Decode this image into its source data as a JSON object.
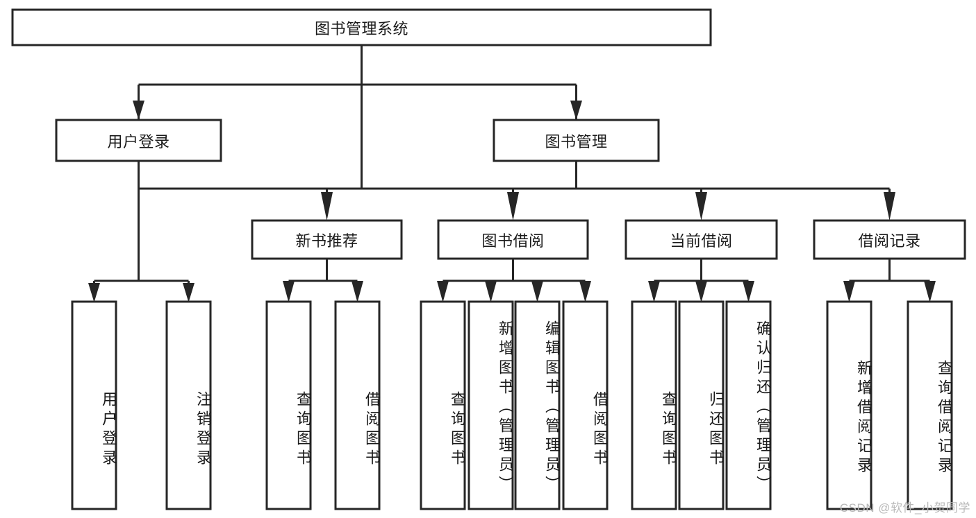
{
  "diagram": {
    "title": "图书管理系统",
    "watermark": "CSDN @软件_小贺同学",
    "colors": {
      "stroke": "#262626",
      "fill": "#ffffff",
      "text": "#1a1a1a",
      "watermark": "#b9b9b9"
    },
    "levels": {
      "root": {
        "label": "图书管理系统"
      },
      "level2": [
        {
          "label": "用户登录"
        },
        {
          "label": "图书管理"
        }
      ],
      "level3": [
        {
          "label": "新书推荐"
        },
        {
          "label": "图书借阅"
        },
        {
          "label": "当前借阅"
        },
        {
          "label": "借阅记录"
        }
      ],
      "leaves": [
        {
          "label": "用户登录"
        },
        {
          "label": "注销登录"
        },
        {
          "label": "查询图书"
        },
        {
          "label": "借阅图书"
        },
        {
          "label": "查询图书"
        },
        {
          "label": "新增图书（管理员）"
        },
        {
          "label": "编辑图书（管理员）"
        },
        {
          "label": "借阅图书"
        },
        {
          "label": "查询图书"
        },
        {
          "label": "归还图书"
        },
        {
          "label": "确认归还（管理员）"
        },
        {
          "label": "新增借阅记录"
        },
        {
          "label": "查询借阅记录"
        }
      ]
    },
    "tree": {
      "name": "图书管理系统",
      "children": [
        {
          "name": "用户登录",
          "children": [
            {
              "name": "用户登录"
            },
            {
              "name": "注销登录"
            }
          ]
        },
        {
          "name": "图书管理",
          "children": [
            {
              "name": "新书推荐",
              "children": [
                {
                  "name": "查询图书"
                },
                {
                  "name": "借阅图书"
                }
              ]
            },
            {
              "name": "图书借阅",
              "children": [
                {
                  "name": "查询图书"
                },
                {
                  "name": "新增图书（管理员）"
                },
                {
                  "name": "编辑图书（管理员）"
                },
                {
                  "name": "借阅图书"
                }
              ]
            },
            {
              "name": "当前借阅",
              "children": [
                {
                  "name": "查询图书"
                },
                {
                  "name": "归还图书"
                },
                {
                  "name": "确认归还（管理员）"
                }
              ]
            },
            {
              "name": "借阅记录",
              "children": [
                {
                  "name": "新增借阅记录"
                },
                {
                  "name": "查询借阅记录"
                }
              ]
            }
          ]
        }
      ]
    }
  }
}
